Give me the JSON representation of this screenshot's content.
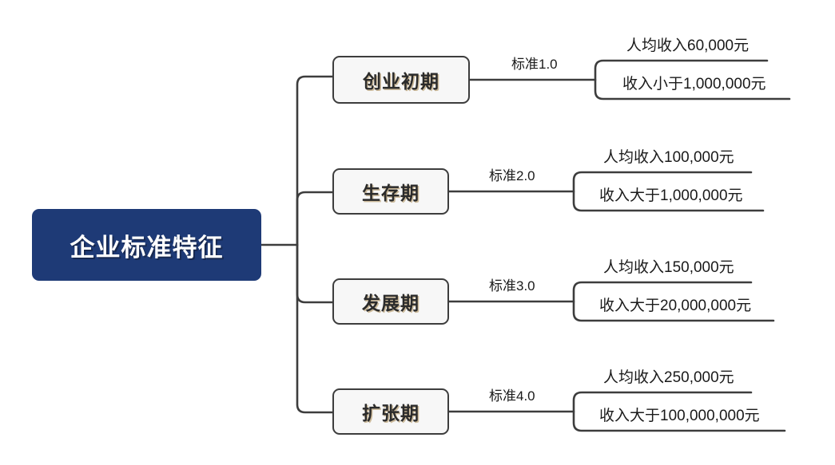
{
  "diagram": {
    "type": "mind-map",
    "root": {
      "label": "企业标准特征"
    },
    "branches": [
      {
        "label": "创业初期",
        "edge_label": "标准1.0",
        "leaf_top": "人均收入60,000元",
        "leaf_bottom": "收入小于1,000,000元"
      },
      {
        "label": "生存期",
        "edge_label": "标准2.0",
        "leaf_top": "人均收入100,000元",
        "leaf_bottom": "收入大于1,000,000元"
      },
      {
        "label": "发展期",
        "edge_label": "标准3.0",
        "leaf_top": "人均收入150,000元",
        "leaf_bottom": "收入大于20,000,000元"
      },
      {
        "label": "扩张期",
        "edge_label": "标准4.0",
        "leaf_top": "人均收入250,000元",
        "leaf_bottom": "收入大于100,000,000元"
      }
    ],
    "colors": {
      "root_fill": "#1e3a76",
      "root_text": "#ffffff",
      "node_fill": "#f7f7f7",
      "node_border": "#3d3d3d",
      "connector": "#3d3d3d",
      "text": "#1a1a1a",
      "background": "#ffffff"
    }
  }
}
